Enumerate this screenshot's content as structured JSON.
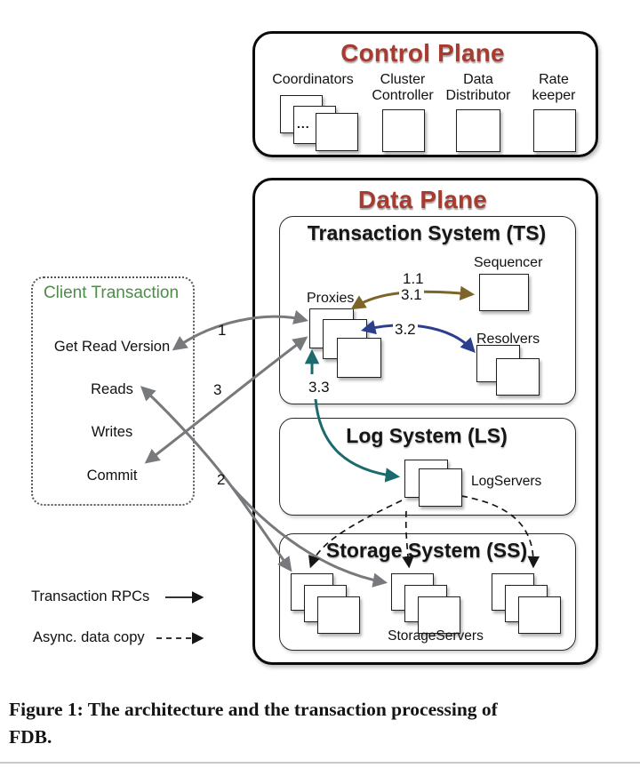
{
  "control_plane": {
    "title": "Control Plane",
    "coordinators_label": "Coordinators",
    "coordinators_ellipsis": "...",
    "cluster_controller_label": "Cluster Controller",
    "data_distributor_label": "Data Distributor",
    "rate_keeper_label": "Rate keeper"
  },
  "data_plane": {
    "title": "Data Plane",
    "ts": {
      "title": "Transaction System (TS)",
      "sequencer": "Sequencer",
      "proxies": "Proxies",
      "resolvers": "Resolvers"
    },
    "ls": {
      "title": "Log System (LS)",
      "logservers": "LogServers"
    },
    "ss": {
      "title": "Storage System (SS)",
      "storageservers": "StorageServers"
    }
  },
  "client": {
    "title": "Client Transaction",
    "steps": [
      "Get Read Version",
      "Reads",
      "Writes",
      "Commit"
    ]
  },
  "arrow_labels": {
    "n1": "1",
    "n2": "2",
    "n3": "3",
    "n1_1": "1.1",
    "n3_1": "3.1",
    "n3_2": "3.2",
    "n3_3": "3.3"
  },
  "legend": {
    "items": [
      {
        "label": "Transaction RPCs",
        "style": "solid"
      },
      {
        "label": "Async. data copy",
        "style": "dashed"
      }
    ]
  },
  "caption": {
    "line1": "Figure 1: The architecture and the transaction processing of",
    "line2": "FDB."
  },
  "colors": {
    "heading_red": "#a73b30",
    "client_green": "#4e8b4a",
    "arrow_gray": "#77797c",
    "arrow_brown": "#7d6428",
    "arrow_blue": "#2b3f8c",
    "arrow_teal": "#1b6a6e"
  }
}
